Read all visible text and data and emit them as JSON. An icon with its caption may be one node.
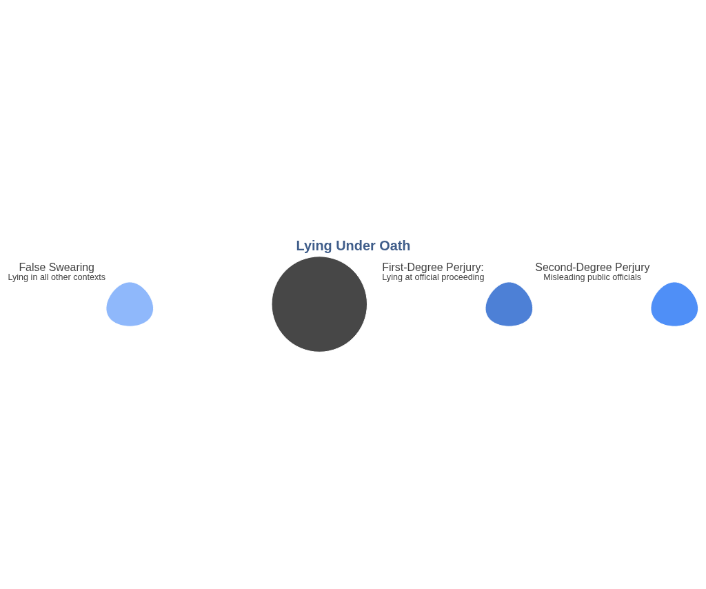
{
  "diagram": {
    "title": "Lying Under Oath",
    "nodes": [
      {
        "text": [],
        "shape": "teardrop",
        "beside": [
          "False Swearing",
          "Lying in all other contexts"
        ]
      },
      {
        "text": [],
        "shape": "circle"
      },
      {
        "text": [],
        "shape": "teardrop",
        "beside": [
          "First-Degree Perjury:",
          "Lying at official proceeding"
        ]
      },
      {
        "text": [],
        "shape": "teardrop",
        "beside": [
          "Second-Degree Perjury",
          "Misleading public officials"
        ]
      }
    ]
  }
}
